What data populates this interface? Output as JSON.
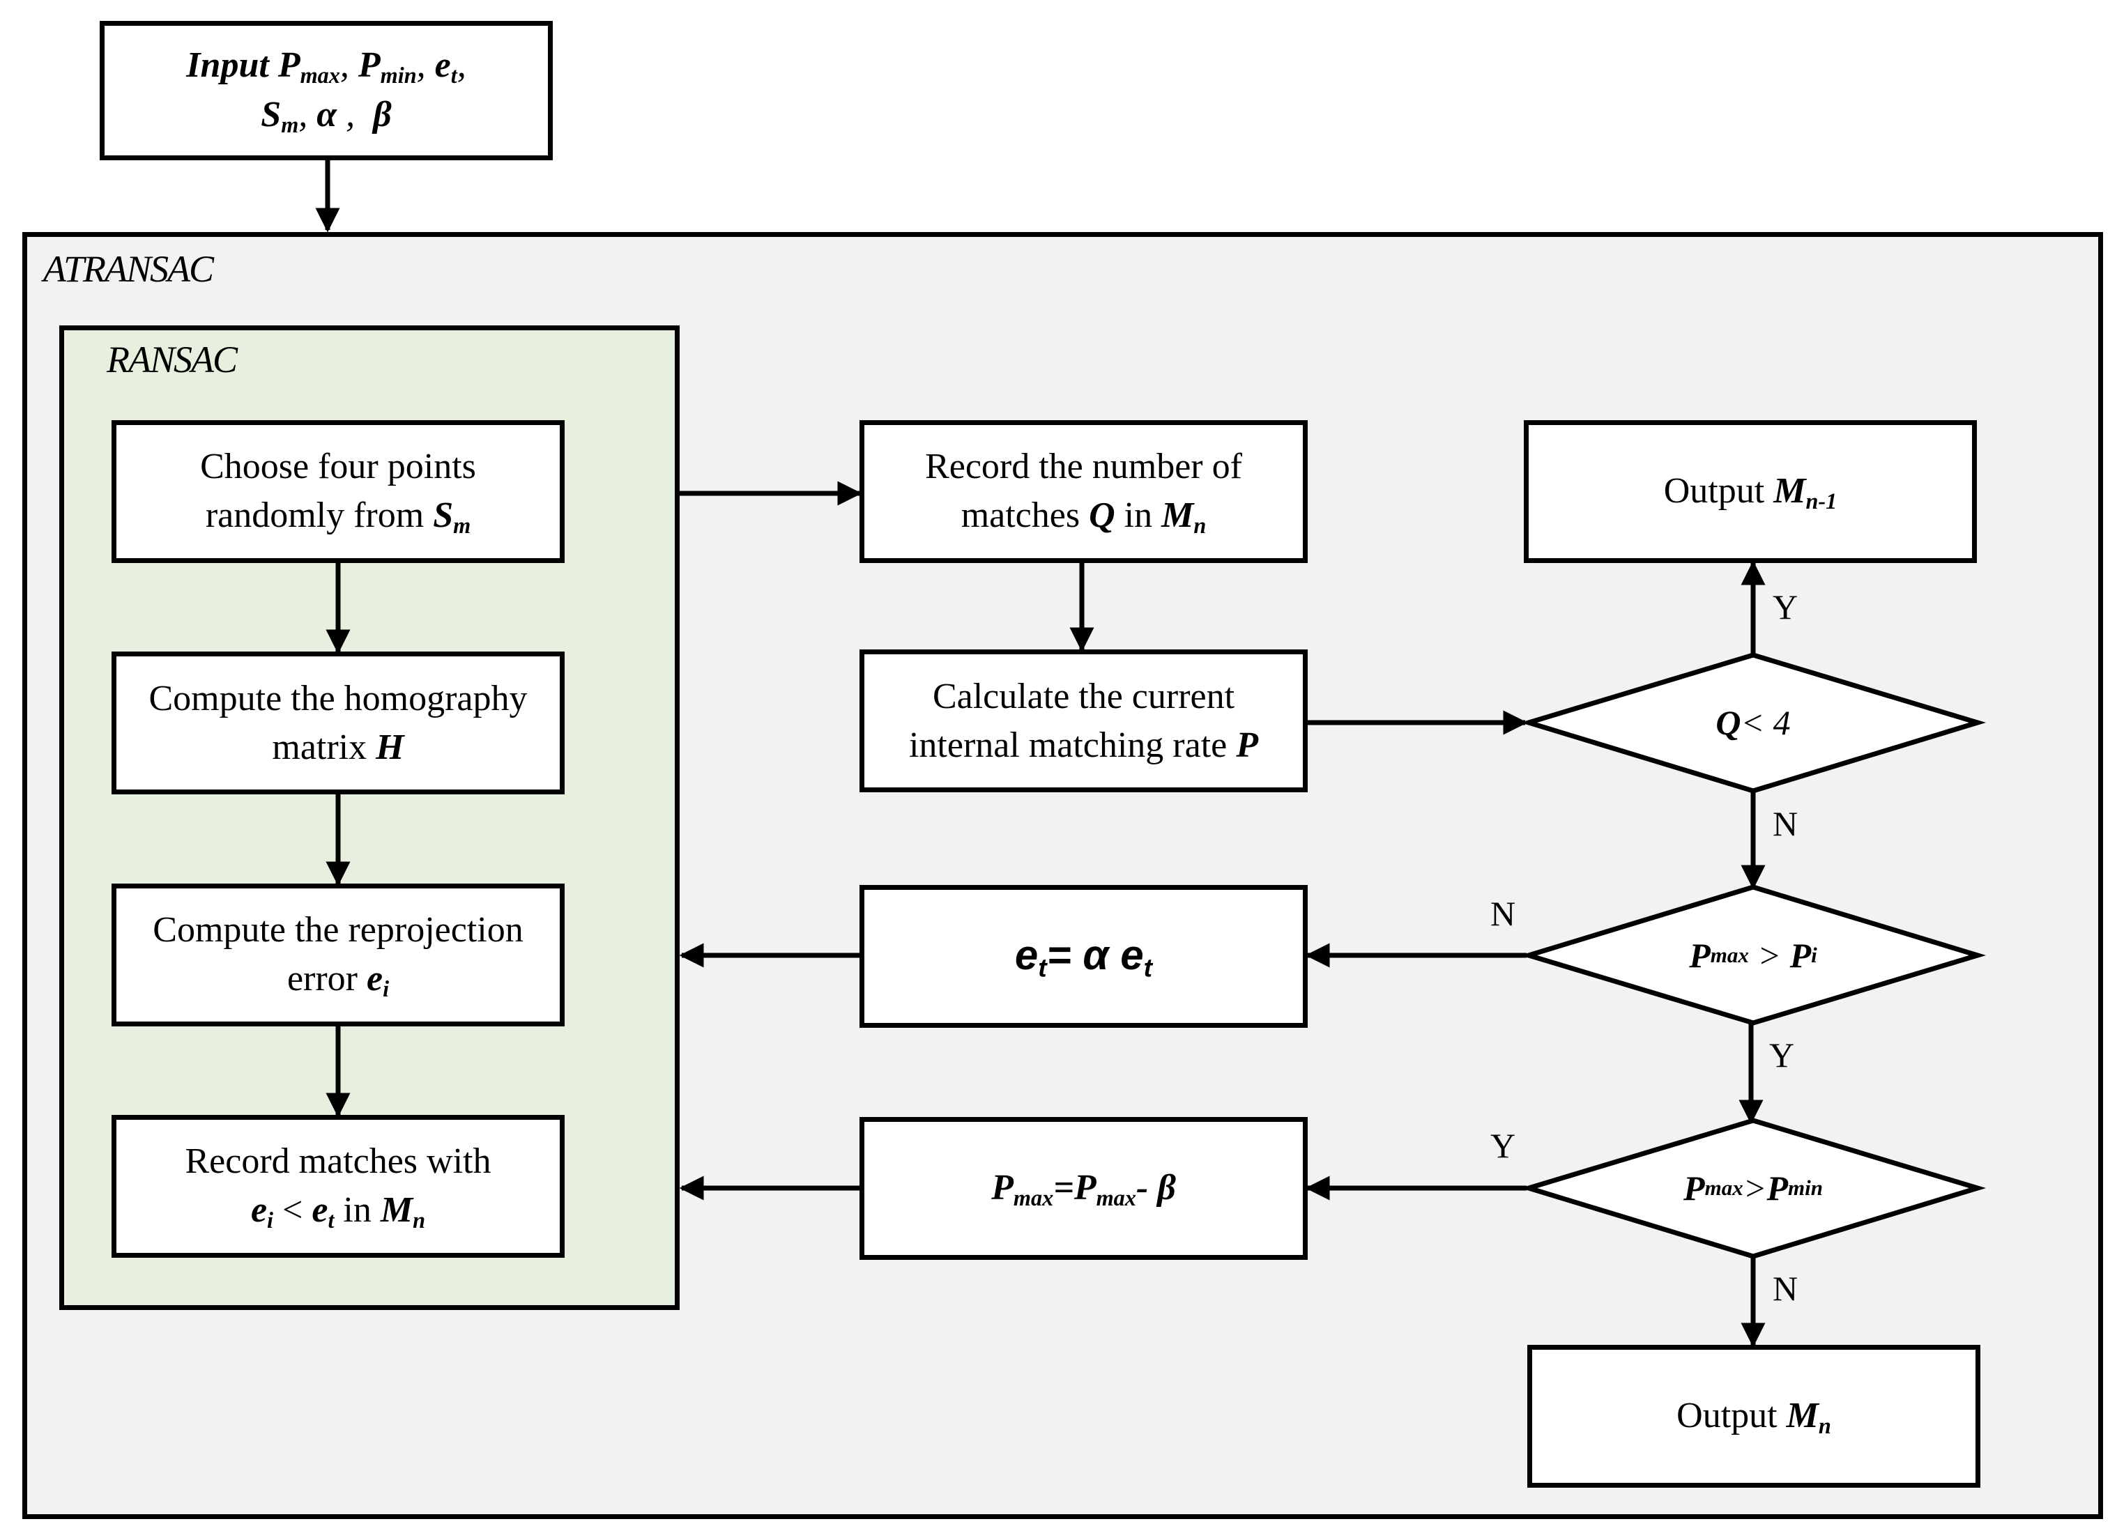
{
  "input": {
    "prefix": "Input",
    "p_max": "P",
    "p_max_sub": "max",
    "p_min": "P",
    "p_min_sub": "min",
    "e_t": "e",
    "e_t_sub": "t",
    "s_m": "S",
    "s_m_sub": "m",
    "alpha": "α",
    "beta": "β"
  },
  "regions": {
    "outer": "ATRANSAC",
    "inner": "RANSAC"
  },
  "steps": {
    "choose": {
      "line1": "Choose four points",
      "line2": "randomly from",
      "var": "S",
      "var_sub": "m"
    },
    "homography": {
      "line1": "Compute the homography",
      "line2": "matrix",
      "var": "H"
    },
    "reprojection": {
      "line1": "Compute the reprojection",
      "line2": "error",
      "var": "e",
      "var_sub": "i"
    },
    "record_matches": {
      "line1": "Record matches with",
      "e_i": "e",
      "e_i_sub": "i",
      "lt": "<",
      "e_t": "e",
      "e_t_sub": "t",
      "in": "in",
      "m": "M",
      "m_sub": "n"
    },
    "record_number": {
      "line1": "Record the number of",
      "line2": "matches",
      "q": "Q",
      "in": "in",
      "m": "M",
      "m_sub": "n"
    },
    "rate": {
      "line1": "Calculate the current",
      "line2": "internal matching rate",
      "var": "P"
    },
    "update_et": {
      "lhs": "e",
      "lhs_sub": "t",
      "eq": "=",
      "alpha": "α",
      "rhs": "e",
      "rhs_sub": "t"
    },
    "update_pmax": {
      "lhs": "P",
      "lhs_sub": "max",
      "eq": "=",
      "rhs": "P",
      "rhs_sub": "max",
      "minus": "-",
      "beta": "β"
    },
    "output_prev": {
      "prefix": "Output",
      "m": "M",
      "m_sub": "n-1"
    },
    "output_final": {
      "prefix": "Output",
      "m": "M",
      "m_sub": "n"
    }
  },
  "decisions": {
    "q_check": {
      "var": "Q",
      "rest": "< 4"
    },
    "p_check": {
      "lhs": "P",
      "lhs_sub": "max",
      "op": ">",
      "rhs": "P",
      "rhs_sub": "i"
    },
    "pmin_check": {
      "lhs": "P",
      "lhs_sub": "max",
      "op": ">",
      "rhs": "P",
      "rhs_sub": "min"
    }
  },
  "edge_labels": {
    "q_yes": "Y",
    "q_no": "N",
    "p_no": "N",
    "p_yes": "Y",
    "pmin_yes": "Y",
    "pmin_no": "N"
  },
  "colors": {
    "outer_fill": "#f2f2f2",
    "inner_fill": "#e7f0de",
    "stroke": "#000000"
  }
}
